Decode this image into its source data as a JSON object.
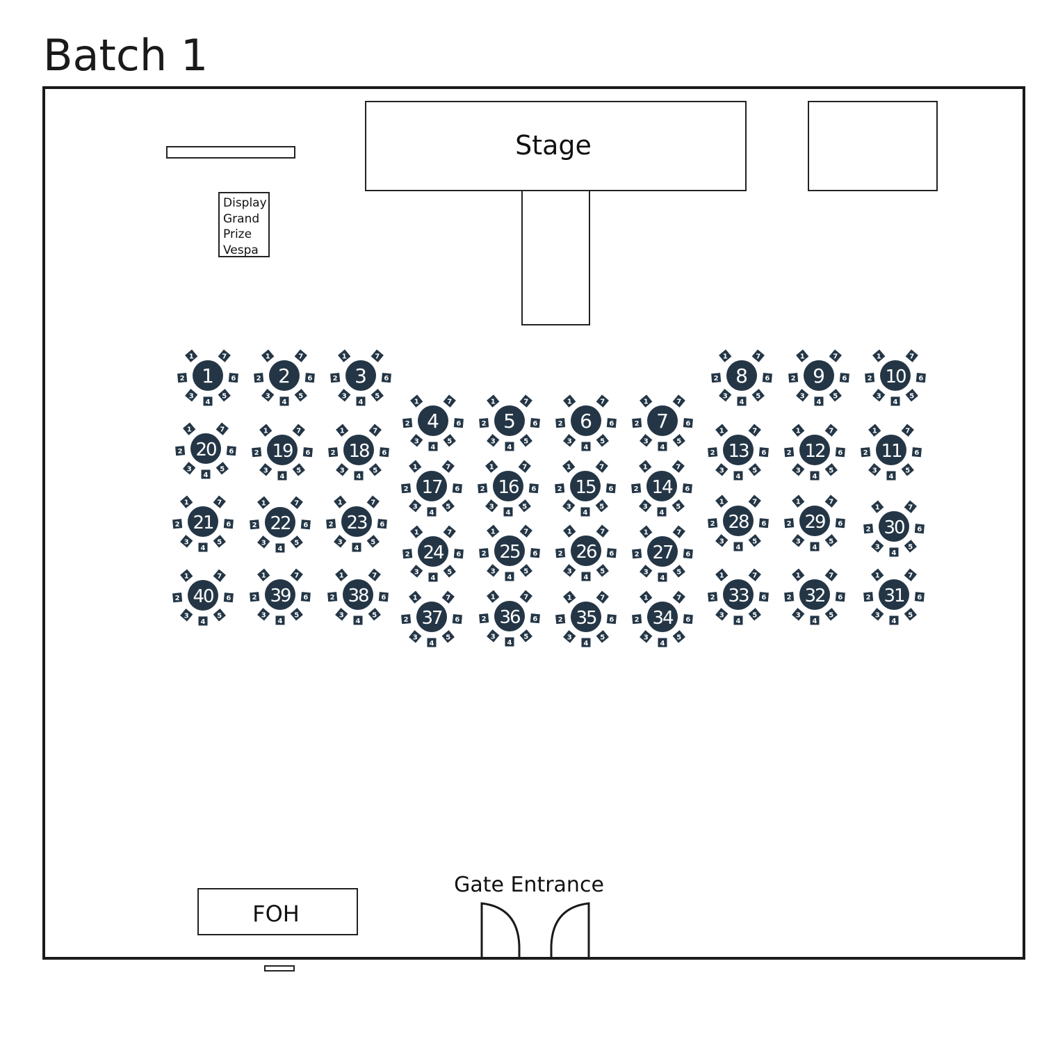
{
  "title": "Batch 1",
  "stage": {
    "label": "Stage"
  },
  "display": {
    "lines": [
      "Display",
      "Grand",
      "Prize",
      "Vespa"
    ]
  },
  "foh": {
    "label": "FOH"
  },
  "entrance": {
    "label": "Gate Entrance"
  },
  "colors": {
    "table": "#243646",
    "table_text": "#ffffff",
    "wall": "#1a1a1a"
  },
  "seats_per_table": 7,
  "seat_labels": [
    "1",
    "2",
    "3",
    "4",
    "5",
    "6",
    "7"
  ],
  "tables": [
    {
      "number": "1"
    },
    {
      "number": "2"
    },
    {
      "number": "3"
    },
    {
      "number": "4"
    },
    {
      "number": "5"
    },
    {
      "number": "6"
    },
    {
      "number": "7"
    },
    {
      "number": "8"
    },
    {
      "number": "9"
    },
    {
      "number": "10"
    },
    {
      "number": "11"
    },
    {
      "number": "12"
    },
    {
      "number": "13"
    },
    {
      "number": "14"
    },
    {
      "number": "15"
    },
    {
      "number": "16"
    },
    {
      "number": "17"
    },
    {
      "number": "18"
    },
    {
      "number": "19"
    },
    {
      "number": "20"
    },
    {
      "number": "21"
    },
    {
      "number": "22"
    },
    {
      "number": "23"
    },
    {
      "number": "24"
    },
    {
      "number": "25"
    },
    {
      "number": "26"
    },
    {
      "number": "27"
    },
    {
      "number": "28"
    },
    {
      "number": "29"
    },
    {
      "number": "30"
    },
    {
      "number": "31"
    },
    {
      "number": "32"
    },
    {
      "number": "33"
    },
    {
      "number": "34"
    },
    {
      "number": "35"
    },
    {
      "number": "36"
    },
    {
      "number": "37"
    },
    {
      "number": "38"
    },
    {
      "number": "39"
    },
    {
      "number": "40"
    }
  ]
}
